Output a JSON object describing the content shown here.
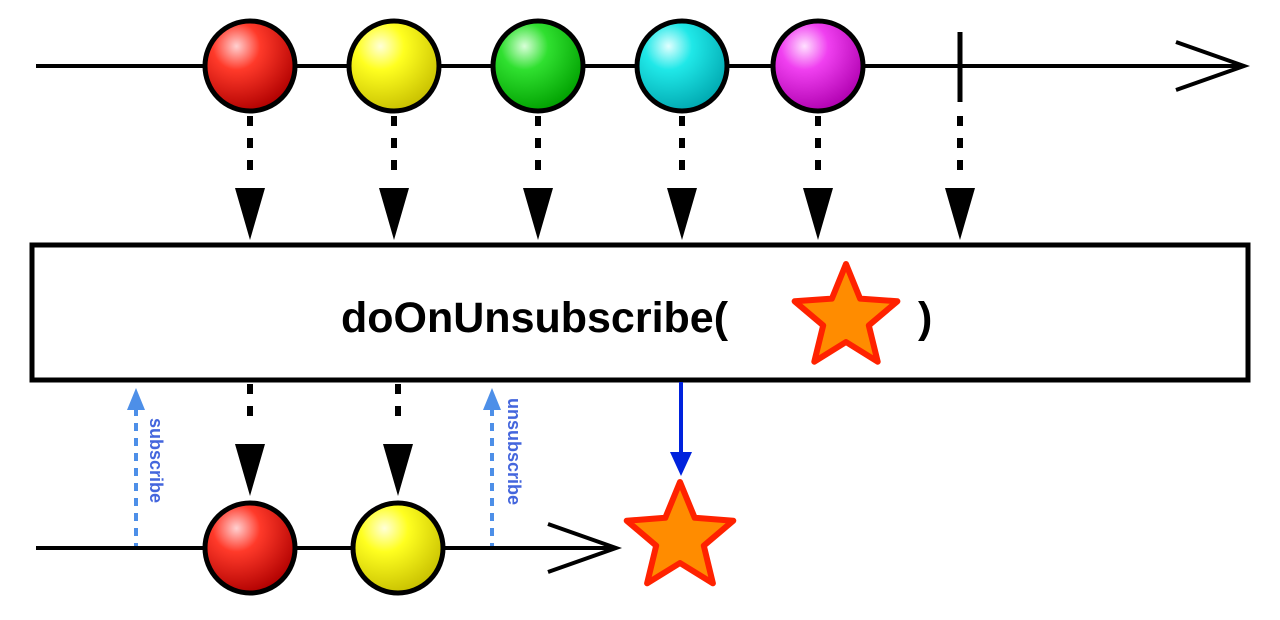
{
  "operator": {
    "name": "doOnUnsubscribe(",
    "close": ")",
    "action_icon": "star-icon"
  },
  "colors": {
    "star_fill": "#ff8c00",
    "star_stroke": "#ff2200",
    "subscription_arrow": "#4d8fe8",
    "subscription_text": "#4466dd",
    "callback_arrow": "#0022dd"
  },
  "source_items": [
    {
      "name": "red-marble-icon",
      "color": "#e00000"
    },
    {
      "name": "yellow-marble-icon",
      "color": "#f2f200"
    },
    {
      "name": "green-marble-icon",
      "color": "#10d010"
    },
    {
      "name": "cyan-marble-icon",
      "color": "#00dddd"
    },
    {
      "name": "magenta-marble-icon",
      "color": "#ee22ee"
    }
  ],
  "result_items": [
    {
      "name": "red-marble-icon",
      "color": "#e00000"
    },
    {
      "name": "yellow-marble-icon",
      "color": "#f2f200"
    }
  ],
  "labels": {
    "subscribe": "subscribe",
    "unsubscribe": "unsubscribe"
  }
}
